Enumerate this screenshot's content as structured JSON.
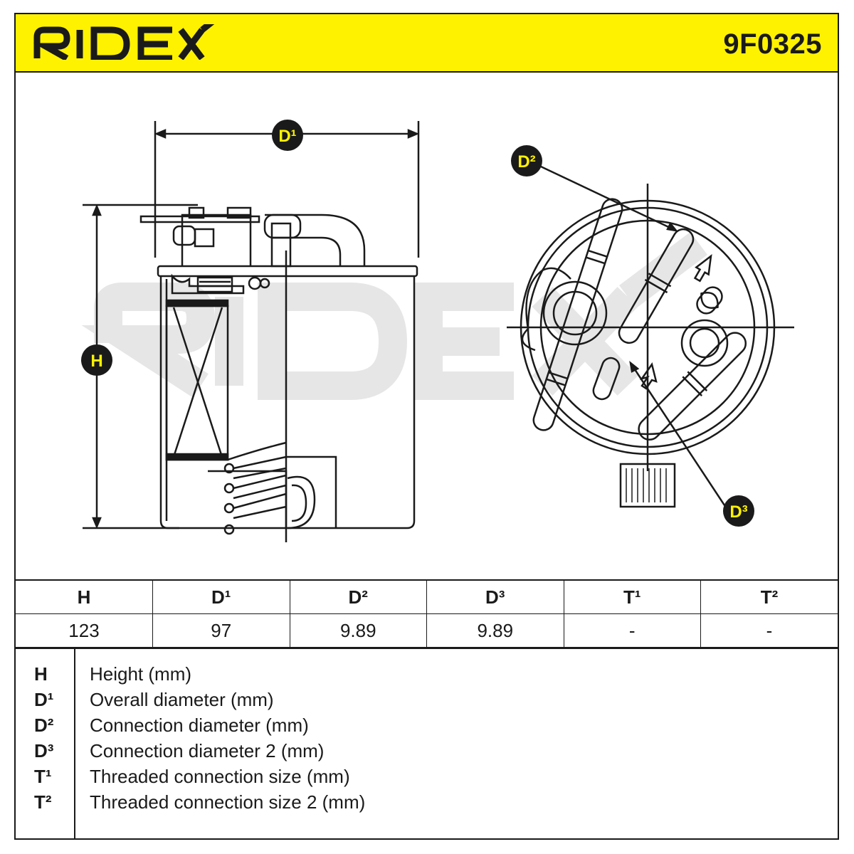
{
  "brand": "RIDEX",
  "part_number": "9F0325",
  "colors": {
    "header_bg": "#FFF200",
    "ink": "#1A1A1A",
    "watermark": "#E6E6E6",
    "badge_text": "#FFF200"
  },
  "diagram": {
    "labels": {
      "h": "H",
      "d1": "D¹",
      "d2": "D²",
      "d3": "D³"
    },
    "watermark": "RIDEX"
  },
  "table": {
    "headers": [
      "H",
      "D¹",
      "D²",
      "D³",
      "T¹",
      "T²"
    ],
    "values": [
      "123",
      "97",
      "9.89",
      "9.89",
      "-",
      "-"
    ]
  },
  "legend": [
    {
      "symbol": "H",
      "description": "Height (mm)"
    },
    {
      "symbol": "D¹",
      "description": "Overall diameter (mm)"
    },
    {
      "symbol": "D²",
      "description": "Connection diameter (mm)"
    },
    {
      "symbol": "D³",
      "description": "Connection diameter 2 (mm)"
    },
    {
      "symbol": "T¹",
      "description": "Threaded connection size (mm)"
    },
    {
      "symbol": "T²",
      "description": "Threaded connection size 2 (mm)"
    }
  ]
}
